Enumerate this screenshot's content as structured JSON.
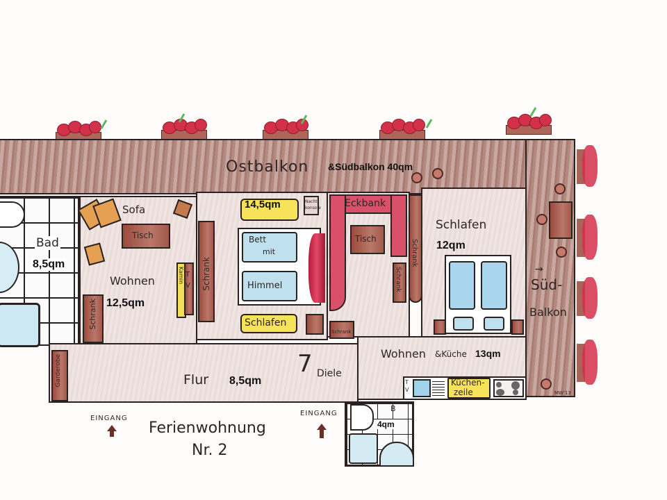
{
  "plan": {
    "title": "Ferienwohnung",
    "subtitle": "Nr. 2",
    "signature": "MW'13"
  },
  "balcony": {
    "east_label": "Ostbalkon",
    "south_total_label": "&Südbalkon 40qm",
    "south_label_line1": "→",
    "south_label_line2": "Süd-",
    "south_label_line3": "Balkon"
  },
  "rooms": {
    "bath": {
      "name": "Bad",
      "area": "8,5qm"
    },
    "living": {
      "name": "Wohnen",
      "area": "12,5qm",
      "sofa": "Sofa",
      "table": "Tisch",
      "cabinet": "Schrank",
      "fireplace": "Kamin",
      "tv": "TV"
    },
    "bedroom1": {
      "area": "14,5qm",
      "bed_line1": "Bett",
      "bed_line2": "mit",
      "bed_line3": "Himmel",
      "name": "Schlafen",
      "nightstand": "Nacht-konsole",
      "cabinet": "Schrank"
    },
    "dining": {
      "bench": "Eckbank",
      "table": "Tisch",
      "cabinet1": "Schrank",
      "cabinet2": "Schrank",
      "cabinet3": "Schrank"
    },
    "bedroom2": {
      "name": "Schlafen",
      "area": "12qm"
    },
    "living_kitchen": {
      "name": "Wohnen",
      "suffix": "&Küche",
      "area": "13qm",
      "kitchen_line1": "Küchen-",
      "kitchen_line2": "zeile",
      "tv": "TV"
    },
    "hall": {
      "name": "Flur",
      "area": "8,5qm",
      "wardrobe": "Garderobe",
      "foyer": "Diele"
    },
    "wc": {
      "area": "4qm",
      "label": "B"
    }
  },
  "entrances": [
    {
      "label": "EINGANG"
    },
    {
      "label": "EINGANG"
    }
  ]
}
